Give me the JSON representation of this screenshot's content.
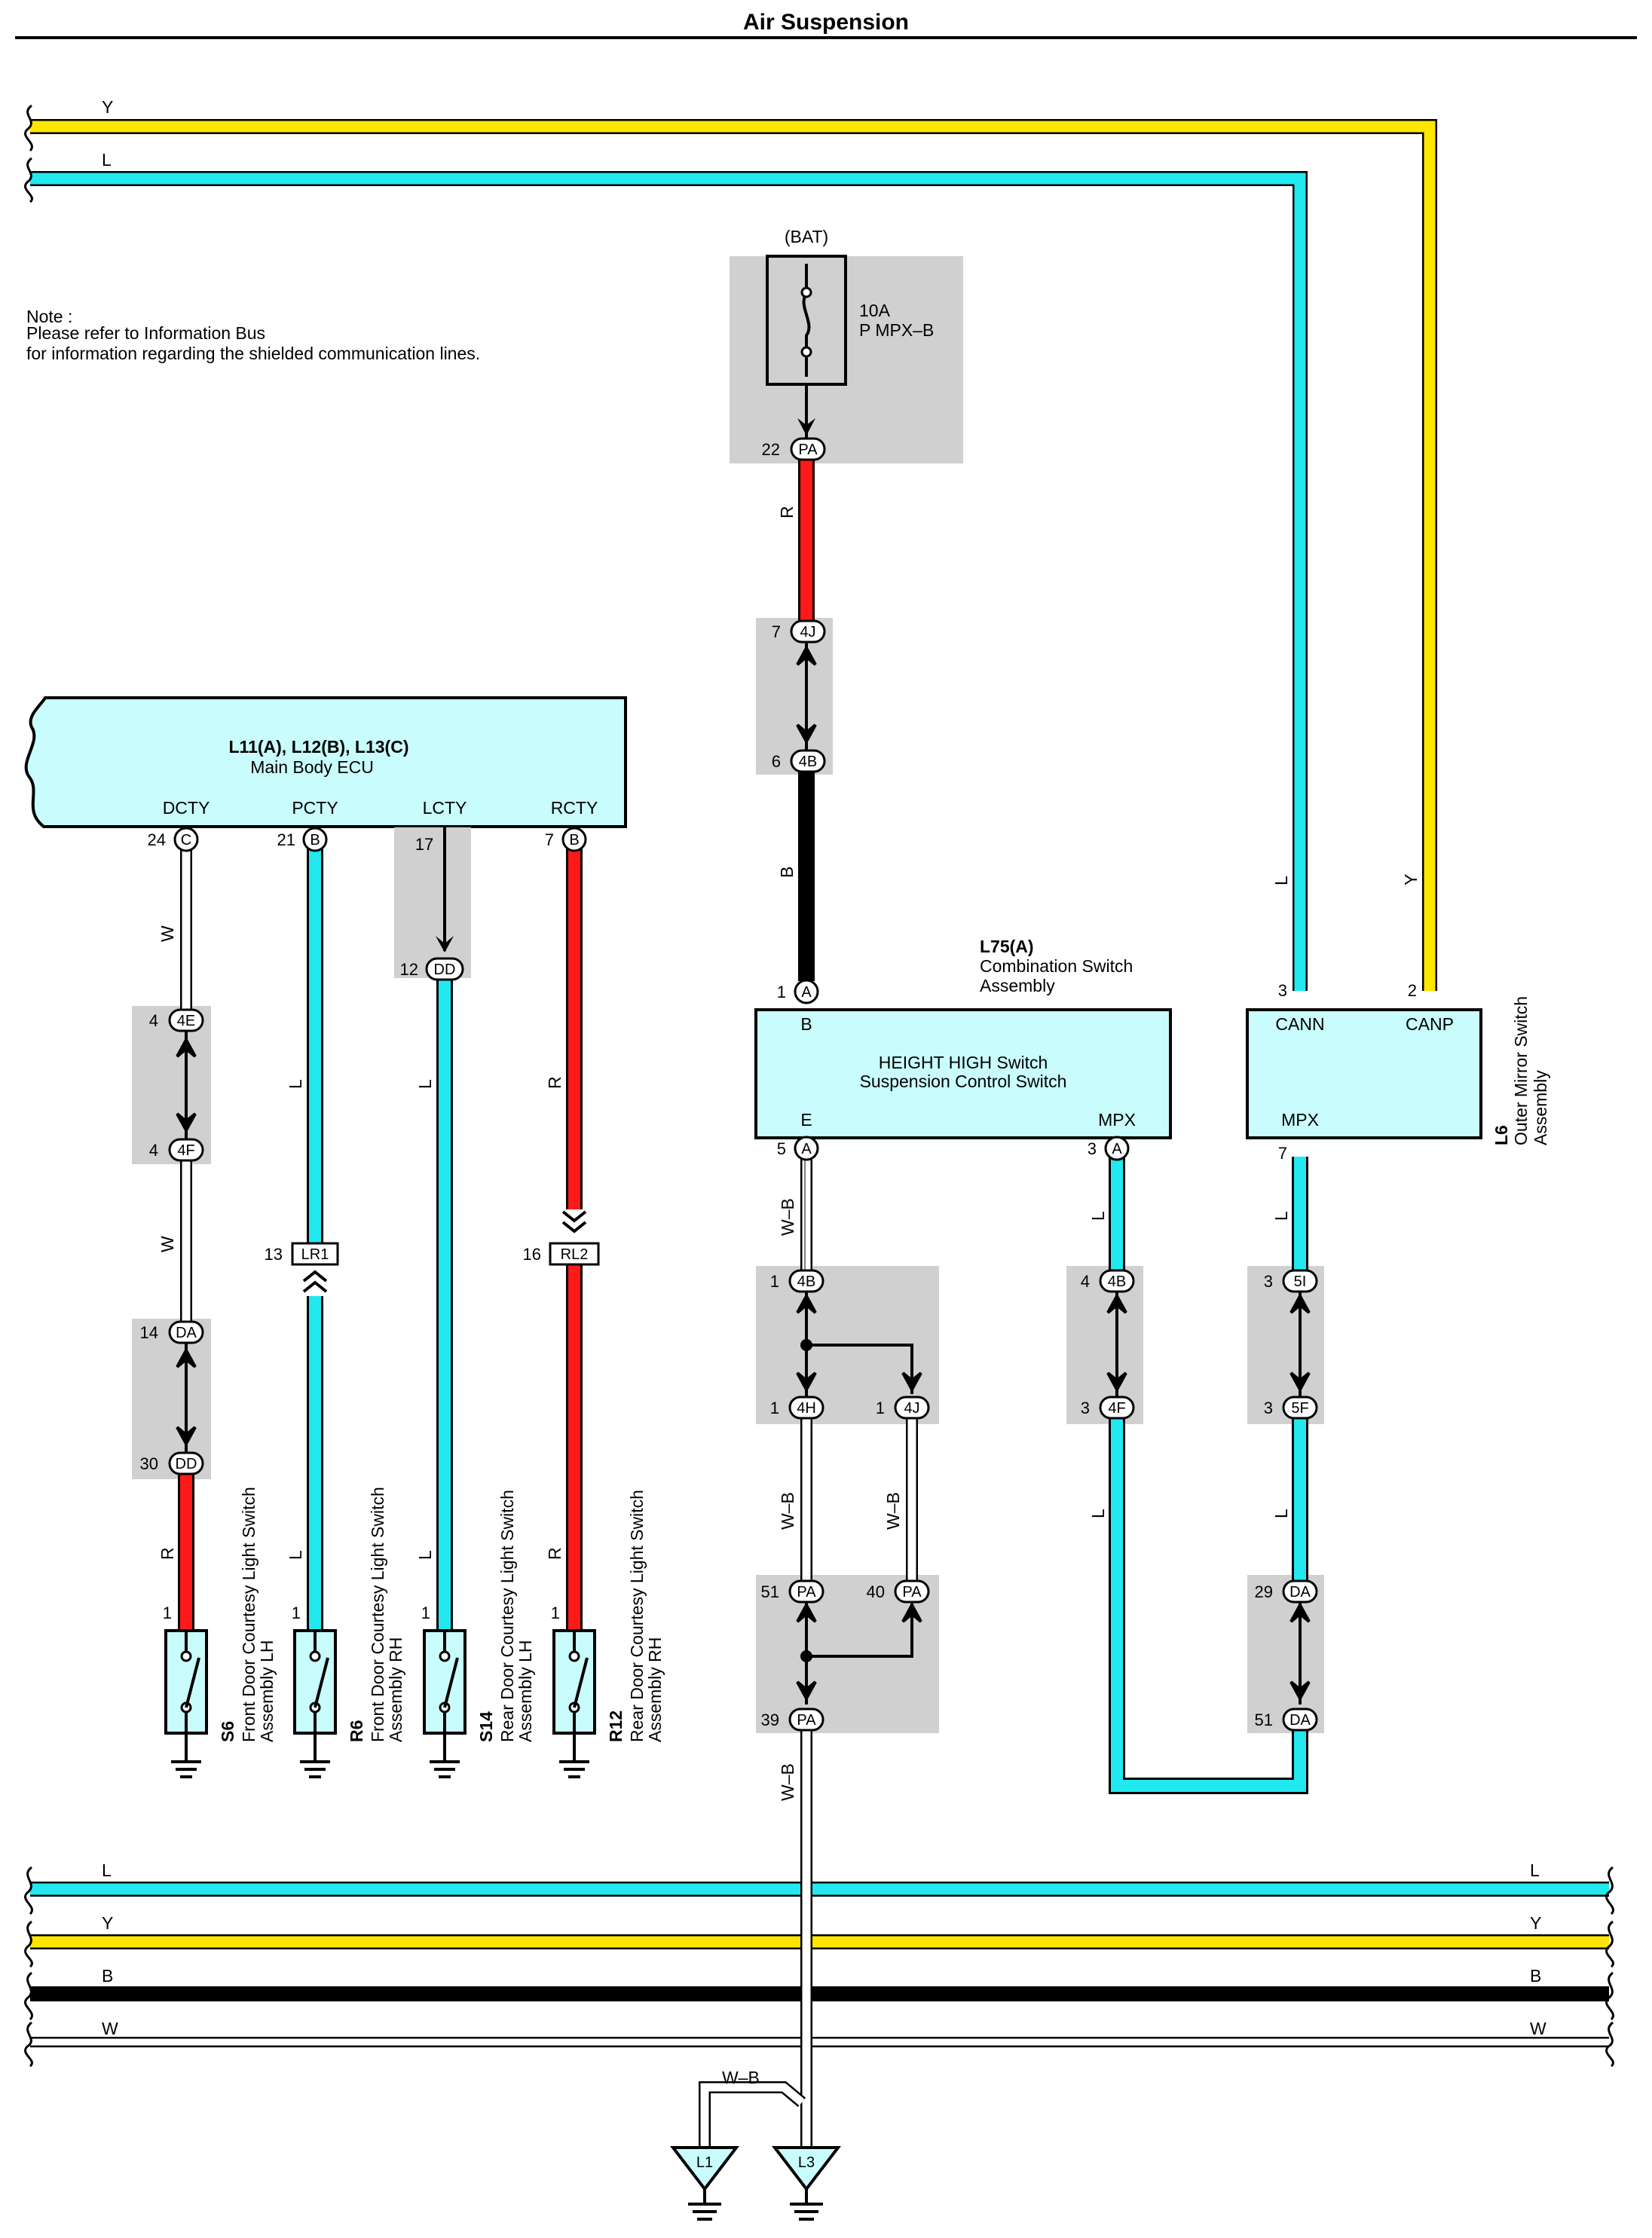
{
  "title": "Air Suspension",
  "note": {
    "line1": "Note :",
    "line2": "Please refer to Information Bus",
    "line3": "for information regarding the shielded communication lines."
  },
  "colors": {
    "Y": "#ffe600",
    "L": "#22e8f0",
    "R": "#ff1a1a",
    "B": "#000000",
    "W": "#ffffff",
    "box": "#c9fcfc",
    "shade": "#d0d0d0"
  },
  "wires": {
    "y": "Y",
    "l": "L",
    "r": "R",
    "b": "B",
    "w": "W",
    "wb": "W–B"
  },
  "fuse": {
    "source": "(BAT)",
    "rating": "10A",
    "name": "P MPX–B",
    "pin": "22",
    "conn": "PA"
  },
  "ecu": {
    "title": "L11(A), L12(B), L13(C)",
    "subtitle": "Main Body ECU",
    "terminals": [
      "DCTY",
      "PCTY",
      "LCTY",
      "RCTY"
    ],
    "pins": [
      {
        "num": "24",
        "conn": "C"
      },
      {
        "num": "21",
        "conn": "B"
      },
      {
        "num": "17",
        "conn": ""
      },
      {
        "num": "7",
        "conn": "B"
      }
    ]
  },
  "combo": {
    "title": "L75(A)",
    "sub1": "Combination Switch",
    "sub2": "Assembly",
    "line1": "HEIGHT HIGH Switch",
    "line2": "Suspension Control Switch",
    "term_b": "B",
    "term_e": "E",
    "term_mpx": "MPX",
    "pin_b": "1",
    "pin_e": "5",
    "pin_mpx": "3",
    "conn": "A"
  },
  "mirror": {
    "title": "L6",
    "sub1": "Outer Mirror Switch",
    "sub2": "Assembly",
    "cann": "CANN",
    "canp": "CANP",
    "mpx": "MPX",
    "pin_cann": "3",
    "pin_canp": "2",
    "pin_mpx": "7"
  },
  "connectors": {
    "c4j_top": {
      "pin": "7",
      "conn": "4J"
    },
    "c4b_mid": {
      "pin": "6",
      "conn": "4B"
    },
    "c4e": {
      "pin": "4",
      "conn": "4E"
    },
    "c4f_l": {
      "pin": "4",
      "conn": "4F"
    },
    "cda_l": {
      "pin": "14",
      "conn": "DA"
    },
    "cdd_l": {
      "pin": "30",
      "conn": "DD"
    },
    "cdd_17": {
      "pin": "12",
      "conn": "DD"
    },
    "lr1": {
      "pin": "13",
      "conn": "LR1"
    },
    "rl2": {
      "pin": "16",
      "conn": "RL2"
    },
    "c4b_e": {
      "pin": "1",
      "conn": "4B"
    },
    "c4h": {
      "pin": "1",
      "conn": "4H"
    },
    "c4j_e": {
      "pin": "1",
      "conn": "4J"
    },
    "cpa51": {
      "pin": "51",
      "conn": "PA"
    },
    "cpa40": {
      "pin": "40",
      "conn": "PA"
    },
    "cpa39": {
      "pin": "39",
      "conn": "PA"
    },
    "c4b_mpx": {
      "pin": "4",
      "conn": "4B"
    },
    "c4f_mpx": {
      "pin": "3",
      "conn": "4F"
    },
    "c5i": {
      "pin": "3",
      "conn": "5I"
    },
    "c5f": {
      "pin": "3",
      "conn": "5F"
    },
    "cda29": {
      "pin": "29",
      "conn": "DA"
    },
    "cda51": {
      "pin": "51",
      "conn": "DA"
    }
  },
  "switches": [
    {
      "code": "S6",
      "name1": "Front Door Courtesy Light Switch",
      "name2": "Assembly LH",
      "pin": "1"
    },
    {
      "code": "R6",
      "name1": "Front Door Courtesy Light Switch",
      "name2": "Assembly RH",
      "pin": "1"
    },
    {
      "code": "S14",
      "name1": "Rear Door Courtesy Light Switch",
      "name2": "Assembly LH",
      "pin": "1"
    },
    {
      "code": "R12",
      "name1": "Rear Door Courtesy Light Switch",
      "name2": "Assembly RH",
      "pin": "1"
    }
  ],
  "grounds": [
    "L1",
    "L3"
  ]
}
